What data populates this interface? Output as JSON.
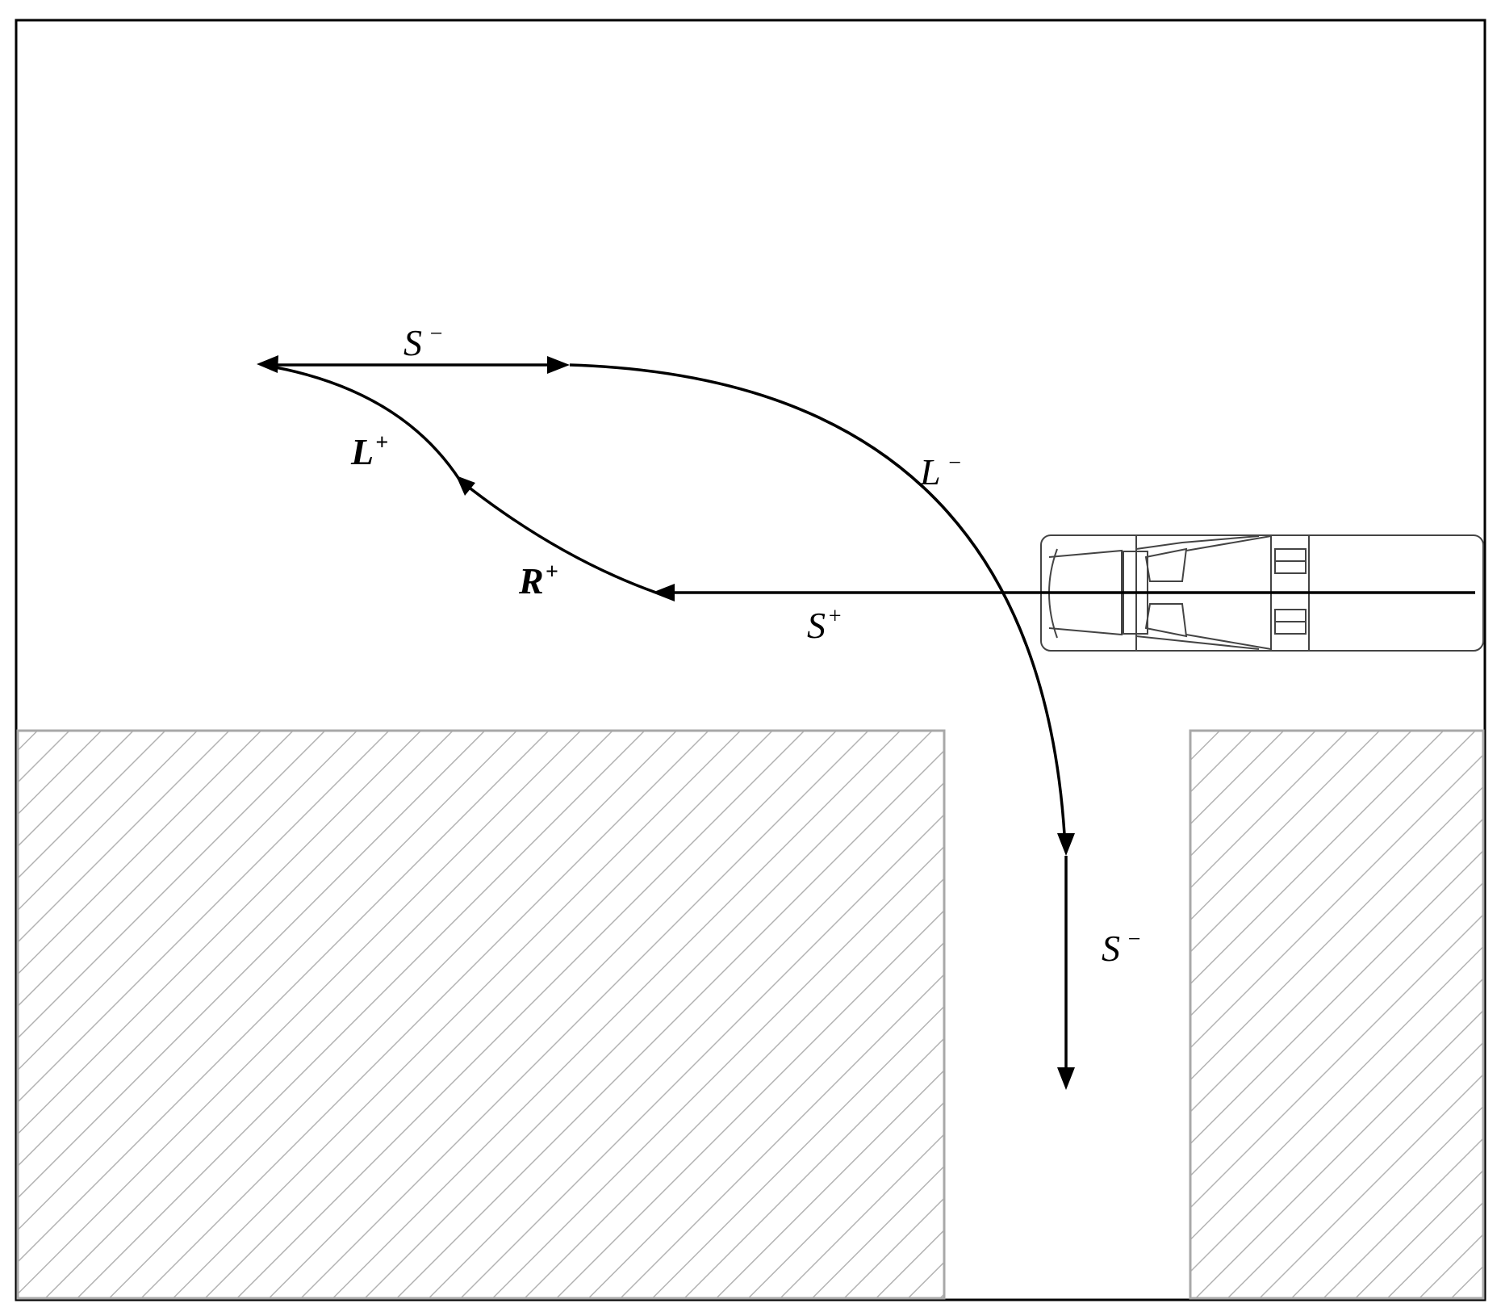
{
  "figure": {
    "colors": {
      "ink": "#000000",
      "obstacle_border": "#a8a8a8",
      "hatch": "#b3b3b3",
      "background": "#ffffff",
      "vehicle_outline": "#444444"
    },
    "segments": [
      {
        "id": "s_plus",
        "base": "S",
        "sup": "+",
        "bold": false
      },
      {
        "id": "r_plus",
        "base": "R",
        "sup": "+",
        "bold": true
      },
      {
        "id": "l_plus",
        "base": "L",
        "sup": "+",
        "bold": true
      },
      {
        "id": "s_minus_top",
        "base": "S",
        "sup": "−",
        "bold": false
      },
      {
        "id": "l_minus",
        "base": "L",
        "sup": "−",
        "bold": false
      },
      {
        "id": "s_minus_bottom",
        "base": "S",
        "sup": "−",
        "bold": false
      }
    ],
    "icons": {
      "vehicle": "vehicle-top-view-icon",
      "arrowhead": "arrowhead-icon"
    }
  }
}
